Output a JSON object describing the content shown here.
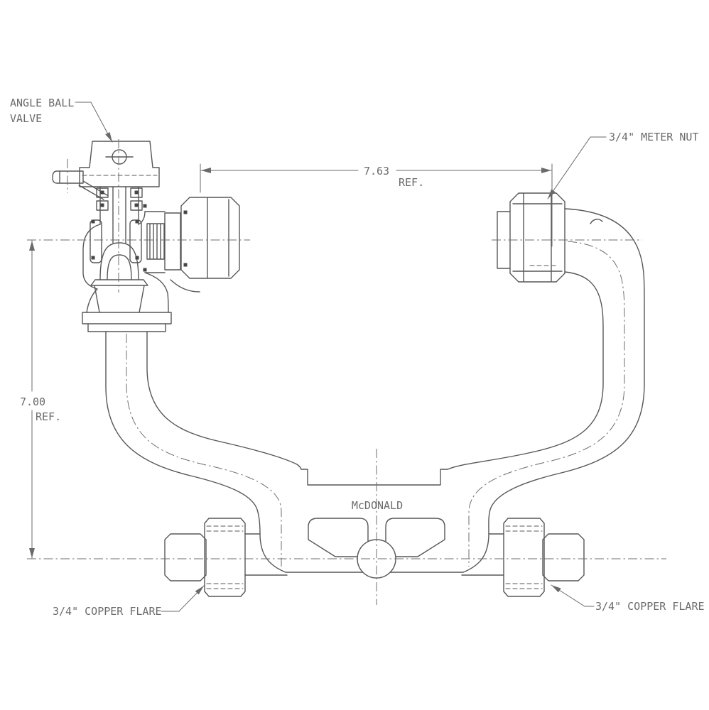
{
  "drawing": {
    "background": "#ffffff",
    "line_color": "#575757",
    "text_color": "#6b6b6b",
    "brand_text": "McDONALD",
    "labels": {
      "angle_ball_valve_line1": "ANGLE BALL",
      "angle_ball_valve_line2": "VALVE",
      "meter_nut": "3/4\" METER NUT",
      "copper_flare_left": "3/4\" COPPER FLARE",
      "copper_flare_right": "3/4\" COPPER FLARE"
    },
    "dimensions": {
      "horizontal_value": "7.63",
      "horizontal_suffix": "REF.",
      "vertical_value": "7.00",
      "vertical_suffix": "REF."
    }
  }
}
